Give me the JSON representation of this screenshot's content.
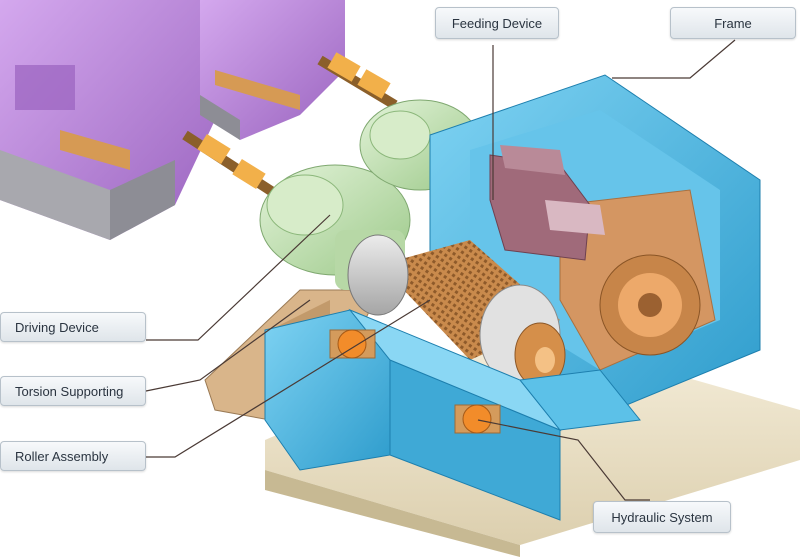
{
  "labels": {
    "feeding_device": "Feeding Device",
    "frame": "Frame",
    "driving_device": "Driving Device",
    "torsion_supporting": "Torsion Supporting",
    "roller_assembly": "Roller Assembly",
    "hydraulic_system": "Hydraulic System"
  },
  "colors": {
    "frame_blue": "#3fb4e3",
    "motor_purple": "#b682d6",
    "gearbox_green": "#bfe0b2",
    "roller_copper": "#d9a066",
    "base_beige": "#efe4c8",
    "leader_line": "#4a3a35"
  }
}
